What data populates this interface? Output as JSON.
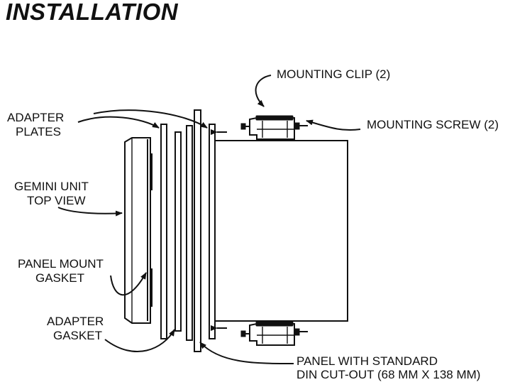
{
  "title": "INSTALLATION",
  "labels": {
    "mounting_clip": "MOUNTING CLIP (2)",
    "mounting_screw": "MOUNTING SCREW (2)",
    "adapter_plates_1": "ADAPTER",
    "adapter_plates_2": "PLATES",
    "gemini_unit_1": "GEMINI UNIT",
    "gemini_unit_2": "TOP VIEW",
    "panel_mount_gasket_1": "PANEL MOUNT",
    "panel_mount_gasket_2": "GASKET",
    "adapter_gasket_1": "ADAPTER",
    "adapter_gasket_2": "GASKET",
    "panel_1": "PANEL WITH STANDARD",
    "panel_2": "DIN CUT-OUT (68 MM X 138 MM)"
  }
}
